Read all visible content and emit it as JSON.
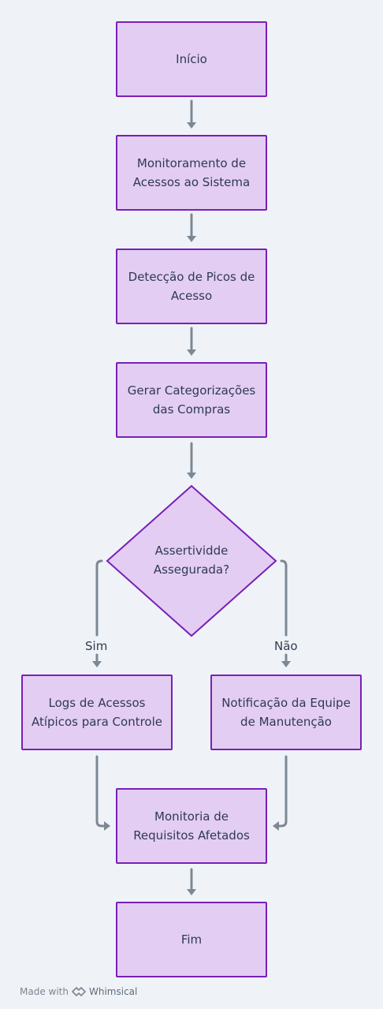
{
  "nodes": {
    "start": "Início",
    "monitor": "Monitoramento de Acessos ao Sistema",
    "detect": "Detecção de Picos de Acesso",
    "categorize": "Gerar Categorizações das Compras",
    "decision": "Assertividde Assegurada?",
    "logs": "Logs de Acessos Atípicos para Controle",
    "notify": "Notificação da Equipe de Manutenção",
    "requirements": "Monitoria de Requisitos Afetados",
    "end": "Fim"
  },
  "edges": {
    "yes_label": "Sim",
    "no_label": "Não"
  },
  "footer": {
    "made_with": "Made with",
    "brand": "Whimsical"
  },
  "colors": {
    "node_fill": "#e3cdf3",
    "node_border": "#7a1fb8",
    "arrow": "#7c8894",
    "background": "#eff3f7"
  }
}
